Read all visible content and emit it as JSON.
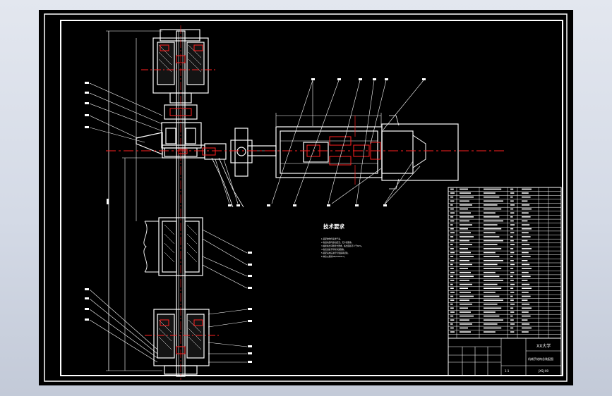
{
  "notes": {
    "title": "技术要求",
    "lines": [
      "1.装配前零件清洗干净。",
      "2.各运动部件运动灵活，无卡滞现象。",
      "3.齿轮啮合间隙符合要求，啮合面积不少于60%。",
      "4.各密封处不得有渗漏现象。",
      "5.装配完成后进行空载运转试验。",
      "6.未注公差按GB/T1804-m。"
    ]
  },
  "title_block": {
    "school": "XX大学",
    "drawing_name": "机械手结构总装配图",
    "drawing_no": "JXSJ-00",
    "scale": "1:1"
  }
}
